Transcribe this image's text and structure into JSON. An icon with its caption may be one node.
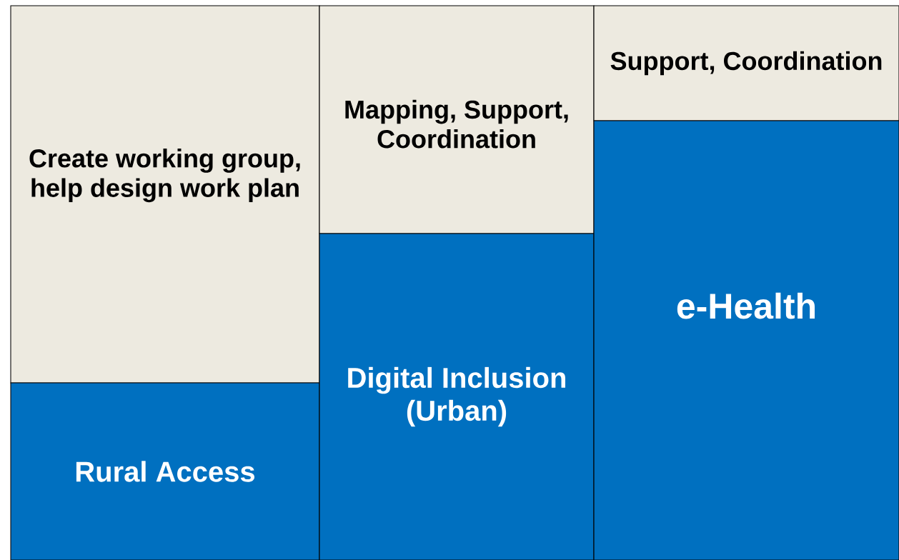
{
  "diagram": {
    "nodes": [
      {
        "text": [
          "Create working group, help design work plan"
        ]
      },
      {
        "text": [
          "Rural Access"
        ]
      },
      {
        "text": [
          "Mapping, Support, Coordination"
        ]
      },
      {
        "text": [
          "Digital Inclusion (Urban)"
        ]
      },
      {
        "text": [
          "Support, Coordination"
        ]
      },
      {
        "text": [
          "e-Health"
        ]
      }
    ]
  }
}
